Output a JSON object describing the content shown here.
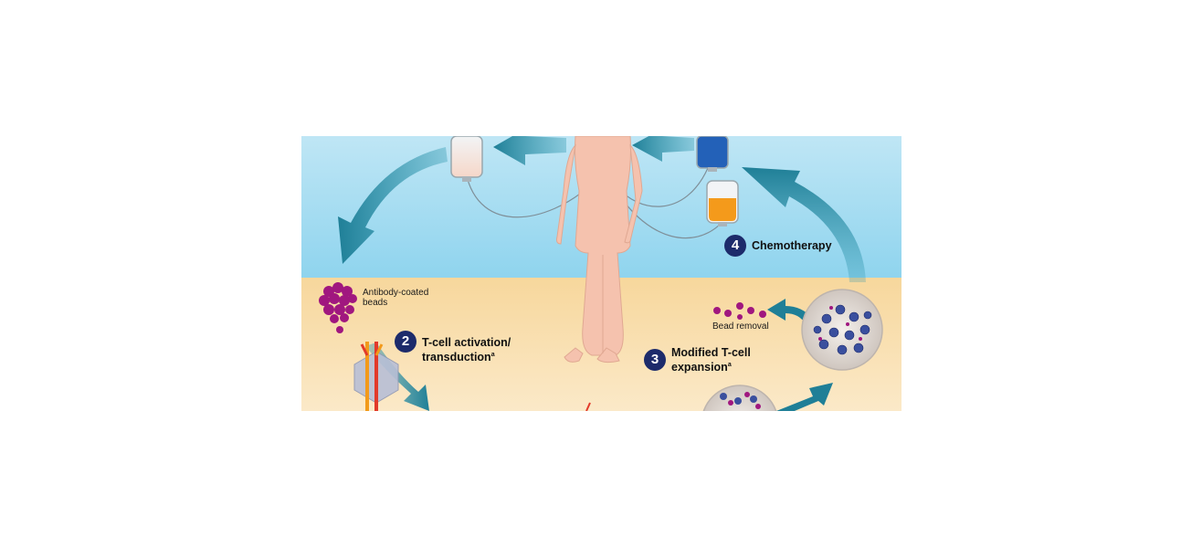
{
  "colors": {
    "sky_top": "#bfe6f5",
    "sky_bottom": "#8fd4ee",
    "sand_top": "#f7d79c",
    "sand_bottom": "#fbe9c8",
    "arrow": "#1f7f97",
    "step_badge": "#1d2b6b",
    "bead": "#a0177f",
    "skin": "#f5c2ae",
    "bag_blue": "#2361b8",
    "bag_orange": "#f49a1b"
  },
  "labels": {
    "antibody_beads": "Antibody-coated\nbeads",
    "bead_removal": "Bead removal"
  },
  "steps": [
    {
      "number": "2",
      "title_line1": "T-cell activation/",
      "title_line2": "transduction",
      "superscript": "a"
    },
    {
      "number": "3",
      "title_line1": "Modified T-cell",
      "title_line2": "expansion",
      "superscript": "a"
    },
    {
      "number": "4",
      "title_line1": "Chemotherapy",
      "title_line2": "",
      "superscript": ""
    }
  ]
}
